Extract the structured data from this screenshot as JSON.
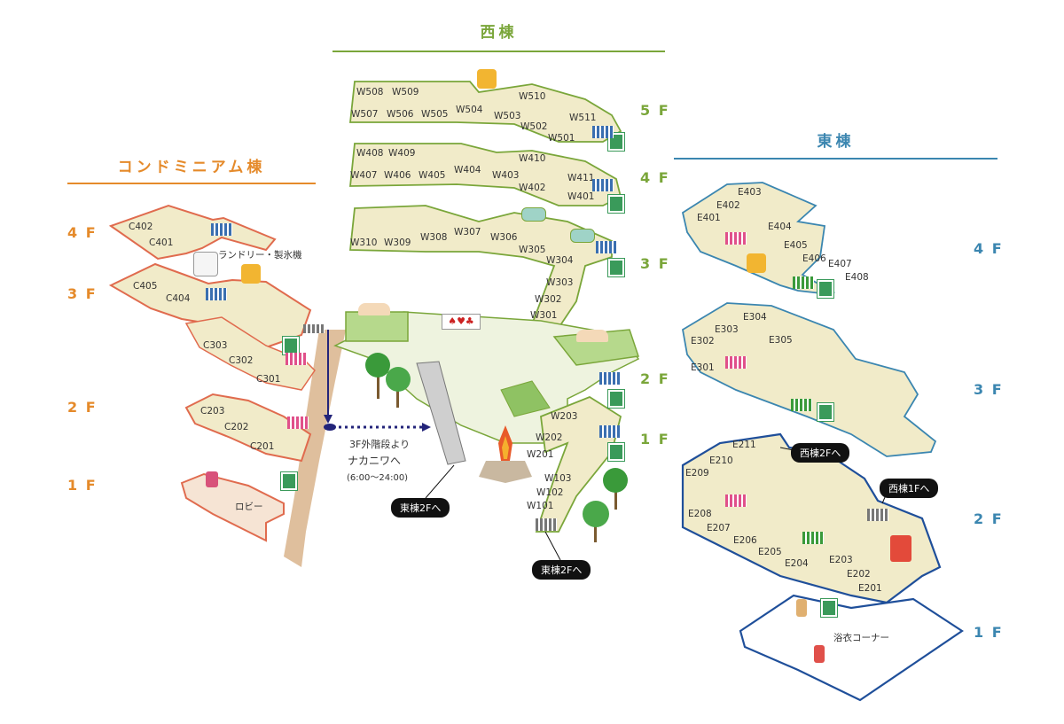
{
  "colors": {
    "condo": "#e58a2a",
    "west": "#7aa63a",
    "east": "#3b86b0",
    "condo_line": "#e06b4e",
    "east_line": "#1f4f9a",
    "floor_fill": "#f1ebc9",
    "tree": "#3a9a3a"
  },
  "buildings": {
    "condo": {
      "title": "コンドミニアム棟",
      "floors": [
        "4 F",
        "3 F",
        "2 F",
        "1 F"
      ],
      "rooms": [
        "C402",
        "C401",
        "C405",
        "C404",
        "C303",
        "C302",
        "C301",
        "C203",
        "C202",
        "C201"
      ],
      "notes": {
        "laundry": "ランドリー・製氷機",
        "lobby": "ロビー"
      }
    },
    "west": {
      "title": "西棟",
      "floors": [
        "5 F",
        "4 F",
        "3 F",
        "2 F",
        "1 F"
      ],
      "rooms": [
        "W508",
        "W509",
        "W510",
        "W507",
        "W506",
        "W505",
        "W504",
        "W503",
        "W511",
        "W502",
        "W501",
        "W408",
        "W409",
        "W410",
        "W407",
        "W406",
        "W405",
        "W404",
        "W403",
        "W411",
        "W402",
        "W401",
        "W310",
        "W309",
        "W308",
        "W307",
        "W306",
        "W305",
        "W304",
        "W303",
        "W302",
        "W301",
        "W203",
        "W202",
        "W201",
        "W103",
        "W102",
        "W101"
      ]
    },
    "east": {
      "title": "東棟",
      "floors": [
        "4 F",
        "3 F",
        "2 F",
        "1 F"
      ],
      "rooms": [
        "E403",
        "E401",
        "E402",
        "E404",
        "E405",
        "E406",
        "E407",
        "E408",
        "E304",
        "E302",
        "E303",
        "E305",
        "E301",
        "E211",
        "E210",
        "E209",
        "E208",
        "E207",
        "E206",
        "E205",
        "E204",
        "E203",
        "E202",
        "E201"
      ],
      "notes": {
        "yukata": "浴衣コーナー"
      }
    }
  },
  "courtyard": {
    "stairs_line1": "3F外階段より",
    "stairs_line2": "ナカニワへ",
    "hours": "(6:00〜24:00)"
  },
  "callouts": {
    "to_east_2f_a": "東棟2Fへ",
    "to_east_2f_b": "東棟2Fへ",
    "to_west_2f": "西棟2Fへ",
    "to_west_1f": "西棟1Fへ"
  },
  "icons": [
    "elevator-icon",
    "wifi-sign-icon",
    "stairs-icon",
    "tree-icon",
    "bath-icon",
    "campfire-icon",
    "card-game-icon",
    "luggage-icon",
    "washing-machine-icon"
  ]
}
